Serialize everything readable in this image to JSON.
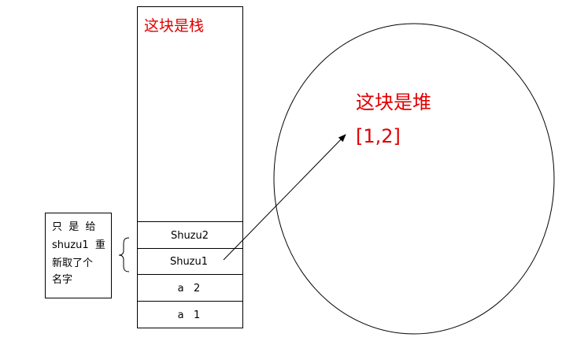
{
  "stack": {
    "title": "这块是栈",
    "cells": [
      {
        "label": "Shuzu2"
      },
      {
        "label": "Shuzu1"
      },
      {
        "label": "a   2"
      },
      {
        "label": "a   1"
      }
    ]
  },
  "heap": {
    "title": "这块是堆",
    "value": "[1,2]"
  },
  "note": {
    "lines": [
      "只  是  给",
      "shuzu1  重",
      "新取了个",
      "名字"
    ]
  },
  "colors": {
    "annotation": "#e00000",
    "line": "#000000"
  }
}
